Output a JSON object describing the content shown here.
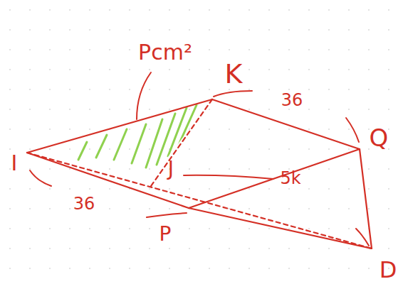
{
  "diagram": {
    "labels": [
      "Pcm²",
      "K",
      "36",
      "Q",
      "J",
      "5k",
      "I",
      "36",
      "P",
      "D"
    ]
  }
}
